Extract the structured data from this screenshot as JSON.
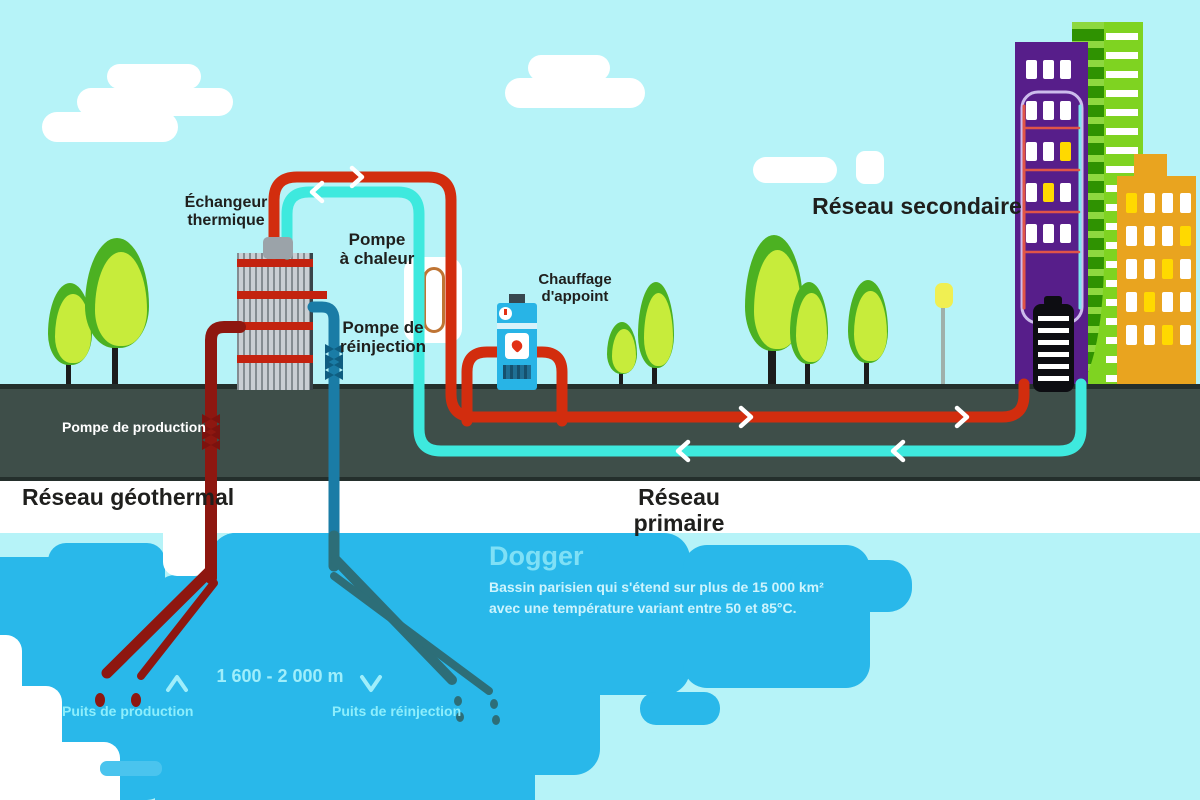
{
  "scene": {
    "sky_color": "#b6f3f8",
    "ground_color": "#3e4e49",
    "aquifer_color": "#29b8ea",
    "hot_pipe_color": "#d22d0e",
    "hot_well_color": "#8e1710",
    "cold_pipe_color": "#3ee9de",
    "reinjection_pipe_color": "#1a7ca6",
    "reinjection_well_color": "#2d6e78"
  },
  "labels": {
    "heat_exchanger": "Échangeur\nthermique",
    "heat_pump": "Pompe\nà chaleur",
    "reinjection_pump": "Pompe de\nréinjection",
    "backup_heating": "Chauffage\nd'appoint",
    "secondary_network": "Réseau secondaire",
    "production_pump": "Pompe de production",
    "geothermal_network": "Réseau géothermal",
    "primary_network": "Réseau primaire",
    "aquifer_title": "Dogger",
    "aquifer_text": "Bassin parisien qui s'étend sur plus de 15 000 km²\navec une température variant entre 50 et 85°C.",
    "depth": "1 600 - 2 000 m",
    "production_well": "Puits de production",
    "reinjection_well": "Puits de réinjection"
  },
  "buildings": {
    "purple_windows": [
      [
        "w",
        "w",
        "w"
      ],
      [
        "w",
        "w",
        "w"
      ],
      [
        "w",
        "w",
        "y"
      ],
      [
        "w",
        "y",
        "w"
      ],
      [
        "w",
        "w",
        "w"
      ]
    ],
    "orange_windows": [
      [
        "y",
        "w",
        "w",
        "w"
      ],
      [
        "w",
        "w",
        "w",
        "y"
      ],
      [
        "w",
        "w",
        "y",
        "w"
      ],
      [
        "w",
        "y",
        "w",
        "w"
      ],
      [
        "w",
        "w",
        "y",
        "w"
      ]
    ]
  }
}
